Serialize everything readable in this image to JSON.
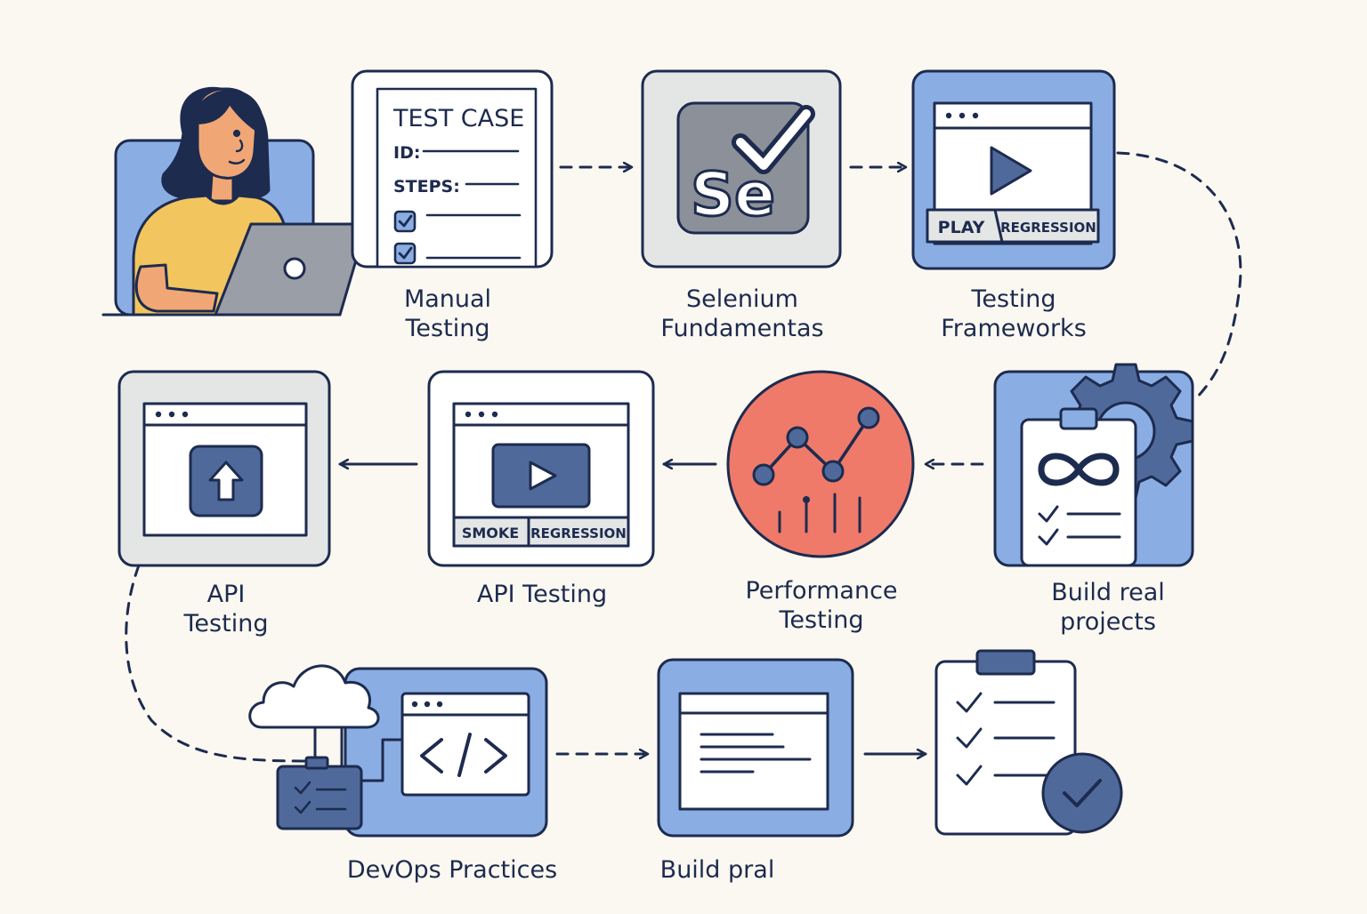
{
  "colors": {
    "background": "#fbf8f1",
    "ink": "#1d2b4f",
    "blue": "#8aaee3",
    "dark_blue": "#4f6a9a",
    "grey": "#e4e6e6",
    "red": "#ef7a6a",
    "skin": "#f0a775",
    "shirt": "#f2c55e"
  },
  "steps": {
    "manual": {
      "line1": "Manual",
      "line2": "Testing",
      "card": {
        "title": "TEST CASE",
        "id_label": "ID:",
        "steps_label": "STEPS:"
      },
      "icons": [
        "person-laptop-icon",
        "checkbox-icon"
      ]
    },
    "selenium": {
      "line1": "Selenium",
      "line2": "Fundamentas",
      "logo_text": "Se",
      "icons": [
        "selenium-logo-icon",
        "checkmark-icon"
      ]
    },
    "frameworks": {
      "line1": "Testing",
      "line2": "Frameworks",
      "tab_play": "PLAY",
      "tab_regression": "REGRESSION",
      "icons": [
        "browser-window-icon",
        "play-icon"
      ]
    },
    "build_projects": {
      "line1": "Build real",
      "line2": "projects",
      "icons": [
        "gear-icon",
        "clipboard-icon",
        "infinity-icon"
      ]
    },
    "performance": {
      "line1": "Performance",
      "line2": "Testing",
      "icons": [
        "line-graph-icon"
      ]
    },
    "api_testing_mid": {
      "line1": "API Testing",
      "tab_smoke": "SMOKE",
      "tab_regression": "REGRESSION",
      "icons": [
        "browser-window-icon",
        "play-icon"
      ]
    },
    "api_testing_left": {
      "line1": "API",
      "line2": "Testing",
      "icons": [
        "browser-window-icon",
        "upload-arrow-icon"
      ]
    },
    "devops": {
      "line1": "DevOps Practices",
      "icons": [
        "cloud-icon",
        "code-icon",
        "checklist-icon"
      ]
    },
    "build_pral": {
      "line1": "Build pral",
      "icons": [
        "document-window-icon"
      ]
    },
    "final": {
      "icons": [
        "clipboard-checklist-icon",
        "check-circle-icon"
      ]
    }
  }
}
